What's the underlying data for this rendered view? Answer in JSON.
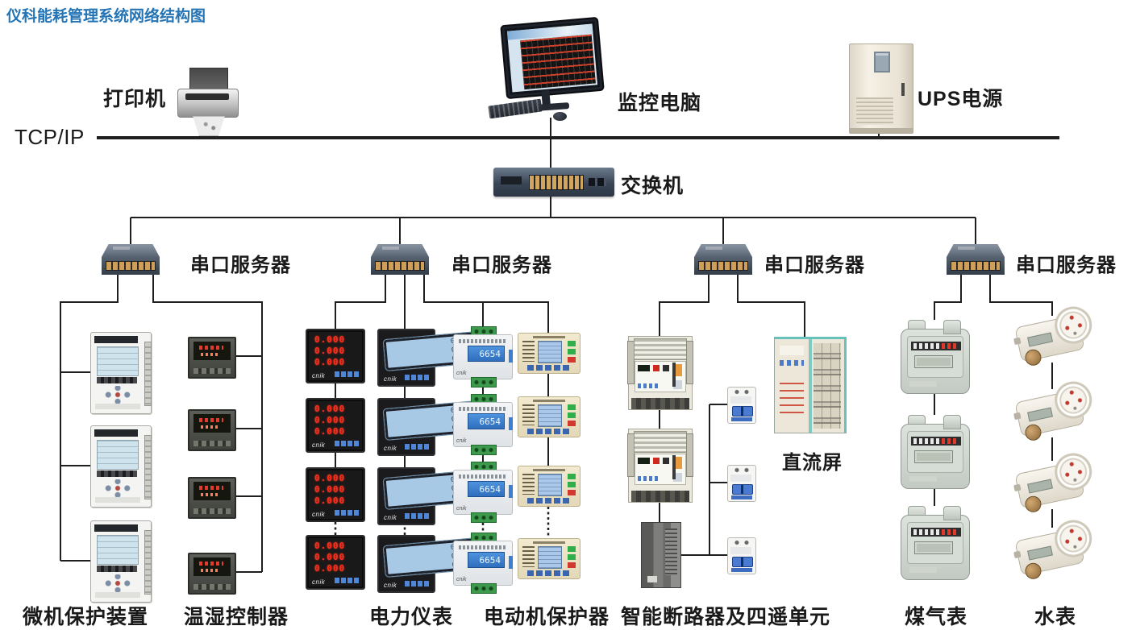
{
  "title": "仪科能耗管理系统网络结构图",
  "colors": {
    "title_blue": "#2474b5",
    "line_dark": "#1f1f1f",
    "port_amber": "#cf9e58"
  },
  "top_row": {
    "bus_label": "TCP/IP",
    "printer_label": "打印机",
    "computer_label": "监控电脑",
    "ups_label": "UPS电源",
    "switch_label": "交换机"
  },
  "serial_server": {
    "label": "串口服务器",
    "count": 4
  },
  "bottom_labels": {
    "protection": "微机保护装置",
    "temp_humidity": "温湿控制器",
    "power_meter": "电力仪表",
    "motor_protector": "电动机保护器",
    "smart_breaker": "智能断路器及四遥单元",
    "dc_panel": "直流屏",
    "gas_meter": "煤气表",
    "water_meter": "水表"
  },
  "device_text": {
    "meter_brand": "cnik",
    "led_meter_row": "0.000",
    "lcd_meter_row": "00000",
    "din_meter_reading": "6654"
  },
  "device_counts": {
    "protection_devices": 3,
    "temp_humidity_controllers": 4,
    "led_power_meters": 4,
    "lcd_power_meters": 4,
    "din_energy_meters": 4,
    "motor_protectors": 4,
    "air_circuit_breakers": 2,
    "mini_circuit_breakers": 3,
    "four_remote_units": 1,
    "dc_panels": 1,
    "gas_meters": 3,
    "water_meters": 4
  }
}
